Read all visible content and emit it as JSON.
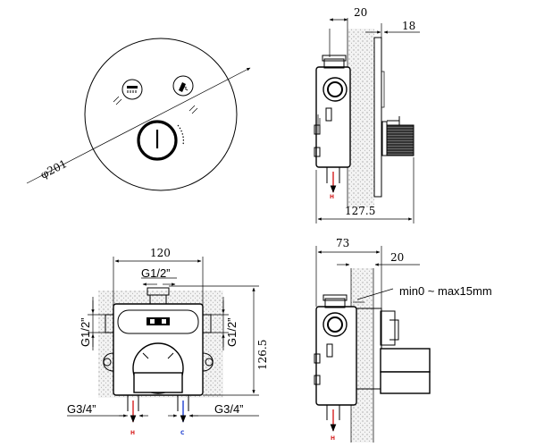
{
  "front_view": {
    "diameter_label": "φ201",
    "shower_icon": "overhead-shower-icon",
    "hand_shower_icon": "hand-shower-icon"
  },
  "side_view_top": {
    "dim_wall": "20",
    "dim_plate": "18",
    "dim_depth": "127.5",
    "inlet_marker": "H"
  },
  "back_view": {
    "dim_width": "120",
    "dim_height": "126.5",
    "top_port": "G1/2”",
    "left_port": "G1/2”",
    "right_port": "G1/2”",
    "bottom_left_port": "G3/4”",
    "bottom_right_port": "G3/4”",
    "hot_marker": "H",
    "cold_marker": "C",
    "hot_color": "#d62020",
    "cold_color": "#1f3fd0"
  },
  "side_view_bottom": {
    "dim_depth": "73",
    "dim_wall": "20",
    "depth_range": "min0 ~ max15mm",
    "inlet_marker": "H"
  }
}
